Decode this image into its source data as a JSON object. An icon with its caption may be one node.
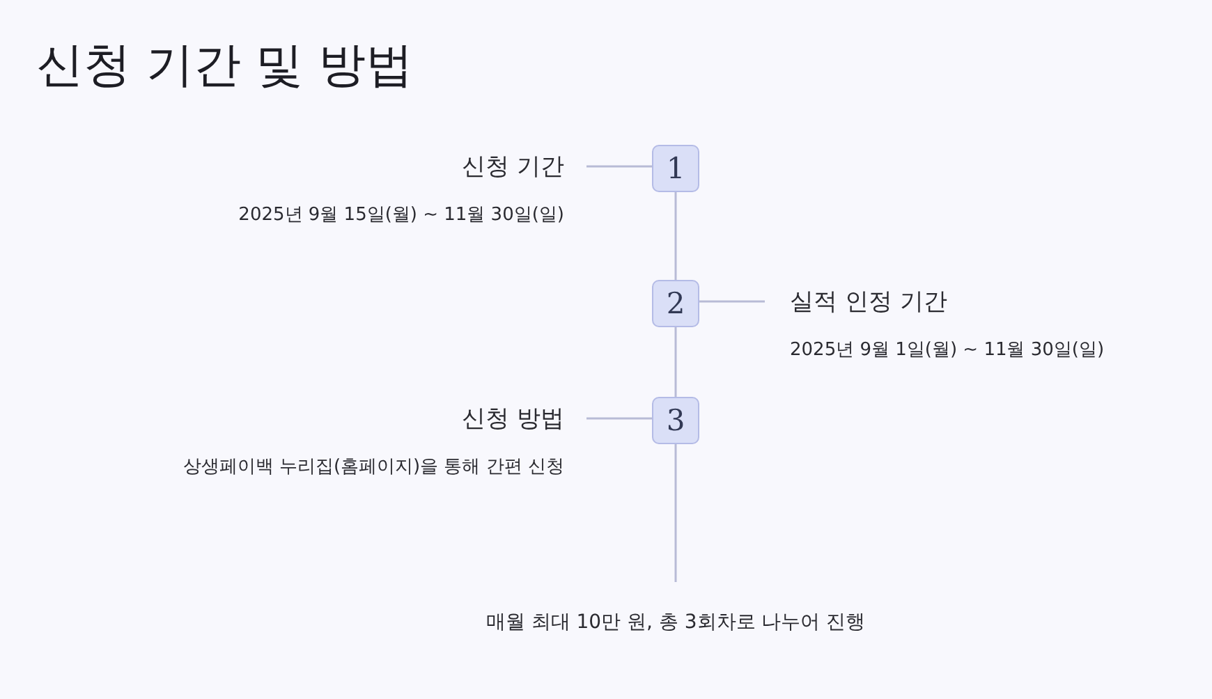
{
  "diagram": {
    "title": "신청 기간 및 방법",
    "nodes": [
      {
        "text": [
          "1"
        ]
      },
      {
        "text": [
          "2"
        ]
      },
      {
        "text": [
          "3"
        ]
      },
      {
        "text": [
          "신청 기간",
          "2025년 9월 15일(월) ~ 11월 30일(일)"
        ]
      },
      {
        "text": [
          "실적 인정 기간",
          "2025년 9월 1일(월) ~ 11월 30일(일)"
        ]
      },
      {
        "text": [
          "신청 방법",
          "상생페이백 누리집(홈페이지)을 통해 간편 신청"
        ]
      }
    ],
    "edges": [
      {
        "from": 0,
        "to": 1,
        "arrow": "none"
      },
      {
        "from": 1,
        "to": 2,
        "arrow": "none"
      },
      {
        "from": 3,
        "to": 0,
        "arrow": "none"
      },
      {
        "from": 1,
        "to": 4,
        "arrow": "none"
      },
      {
        "from": 5,
        "to": 2,
        "arrow": "none"
      },
      {
        "from": 2,
        "to": null,
        "arrow": "none"
      }
    ],
    "labels": [
      "매월 최대 10만 원, 총 3회차로 나누어 진행"
    ]
  }
}
